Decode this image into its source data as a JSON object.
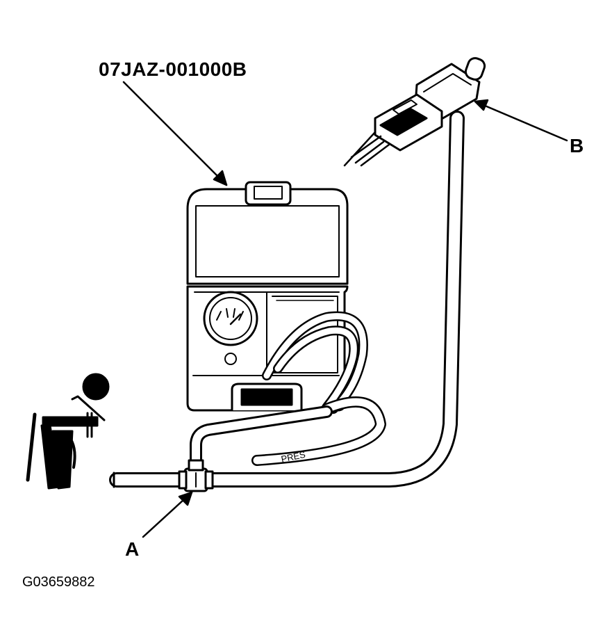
{
  "labels": {
    "part_number": "07JAZ-001000B",
    "callout_a": "A",
    "callout_b": "B",
    "hose_tag": "PRES",
    "figure_code": "G03659882"
  }
}
